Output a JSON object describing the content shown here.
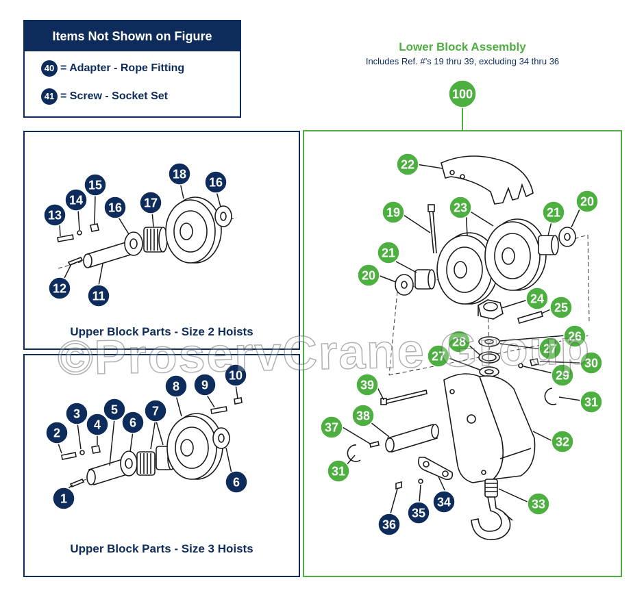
{
  "not_shown": {
    "title": "Items Not Shown on Figure",
    "items": [
      {
        "num": "40",
        "text": "= Adapter - Rope Fitting"
      },
      {
        "num": "41",
        "text": "= Screw - Socket Set"
      }
    ]
  },
  "lower_block": {
    "title": "Lower Block Assembly",
    "subtitle": "Includes Ref. #’s 19 thru 39, excluding 34 thru 36",
    "assembly_number": "100"
  },
  "panels": {
    "size2_caption": "Upper Block Parts - Size 2 Hoists",
    "size3_caption": "Upper Block Parts - Size 3 Hoists"
  },
  "watermark": "©ProservCrane Group",
  "colors": {
    "navy": "#0d2c5c",
    "green": "#4caf3f"
  },
  "callouts": {
    "size2": [
      "11",
      "12",
      "13",
      "14",
      "15",
      "16",
      "17",
      "18",
      "16"
    ],
    "size3": [
      "1",
      "2",
      "3",
      "4",
      "5",
      "6",
      "7",
      "8",
      "9",
      "10",
      "6"
    ],
    "lower": [
      "19",
      "20",
      "20",
      "21",
      "21",
      "22",
      "23",
      "24",
      "25",
      "26",
      "27",
      "27",
      "28",
      "29",
      "30",
      "31",
      "31",
      "32",
      "33",
      "34",
      "35",
      "36",
      "37",
      "38",
      "39"
    ]
  }
}
